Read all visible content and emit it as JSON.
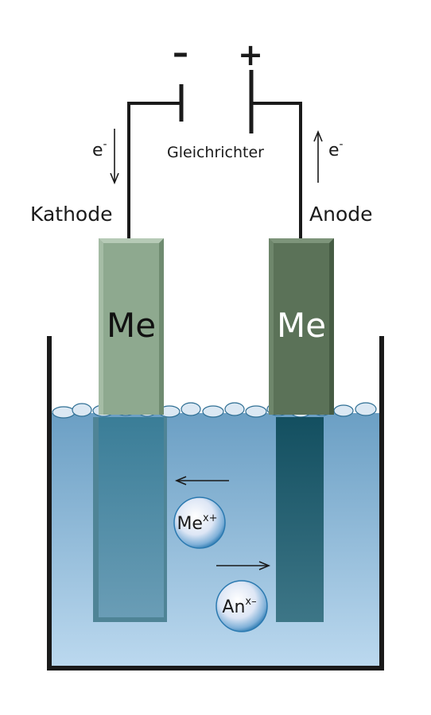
{
  "terminals": {
    "minus": "–",
    "plus": "+"
  },
  "rectifier_label": "Gleichrichter",
  "cathode": {
    "label": "Kathode",
    "electrode": "Me",
    "electron": "e",
    "electron_sup": "-"
  },
  "anode": {
    "label": "Anode",
    "electrode": "Me",
    "electron": "e",
    "electron_sup": "-"
  },
  "ions": {
    "cation": {
      "base": "Me",
      "sup": "x+"
    },
    "anion": {
      "base": "An",
      "sup": "x–"
    }
  },
  "colors": {
    "wire": "#1a1a1a",
    "cathode_electrode": "#8ea98f",
    "anode_electrode": "#5b7258",
    "electrolyte_top": "#6b9fc4",
    "electrolyte_bottom": "#bcd9ef",
    "immersed_cathode": "#4f8ea5",
    "immersed_anode": "#1e6070",
    "ion_edge": "#2a79b0"
  }
}
